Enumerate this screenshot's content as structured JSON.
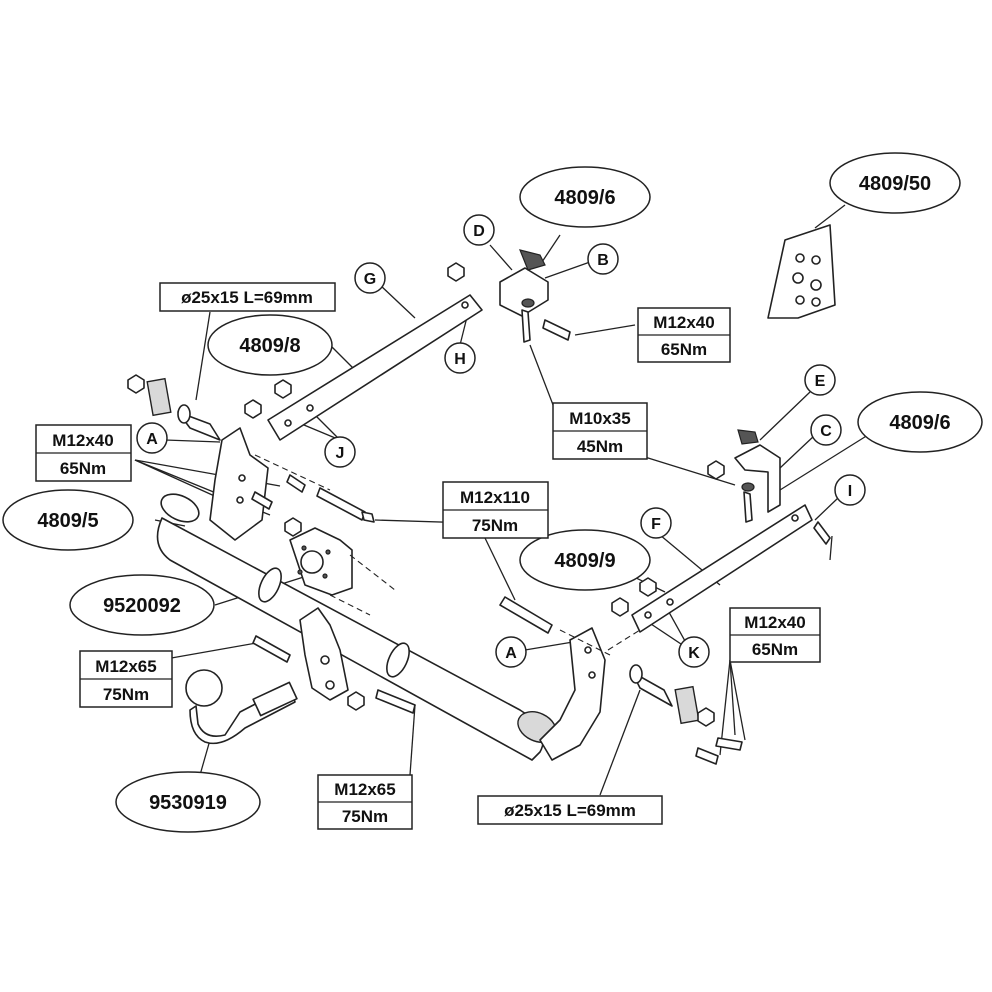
{
  "parts": {
    "p4809_6_top": "4809/6",
    "p4809_50": "4809/50",
    "p4809_8": "4809/8",
    "p4809_6_right": "4809/6",
    "p4809_5": "4809/5",
    "p4809_9": "4809/9",
    "p9520092": "9520092",
    "p9530919": "9530919"
  },
  "letters": {
    "D": "D",
    "B": "B",
    "G": "G",
    "H": "H",
    "J": "J",
    "A_left": "A",
    "A_right": "A",
    "E": "E",
    "C": "C",
    "I": "I",
    "F": "F",
    "K": "K"
  },
  "specs": {
    "spacer_top": "ø25x15 L=69mm",
    "spacer_bottom": "ø25x15 L=69mm",
    "m12x40_top": {
      "bolt": "M12x40",
      "torque": "65Nm"
    },
    "m12x40_left": {
      "bolt": "M12x40",
      "torque": "65Nm"
    },
    "m10x35": {
      "bolt": "M10x35",
      "torque": "45Nm"
    },
    "m12x110": {
      "bolt": "M12x110",
      "torque": "75Nm"
    },
    "m12x40_right": {
      "bolt": "M12x40",
      "torque": "65Nm"
    },
    "m12x65_left": {
      "bolt": "M12x65",
      "torque": "75Nm"
    },
    "m12x65_bottom": {
      "bolt": "M12x65",
      "torque": "75Nm"
    }
  }
}
